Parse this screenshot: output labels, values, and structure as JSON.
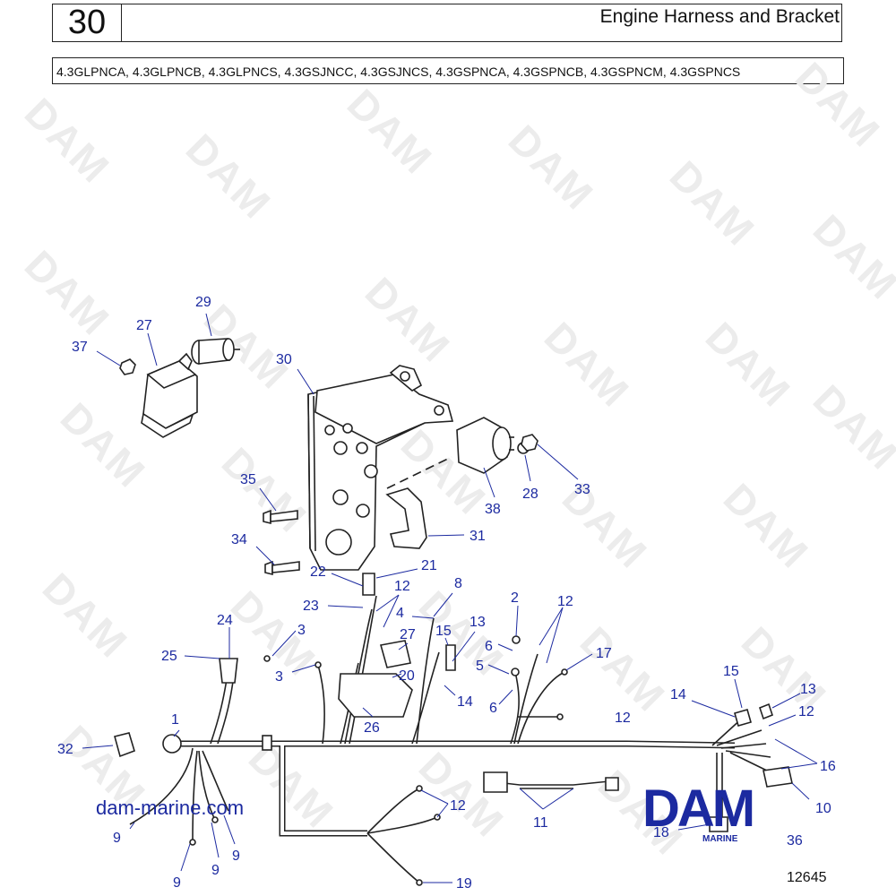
{
  "header": {
    "page_number": "30",
    "title": "Engine Harness and Bracket",
    "models": "4.3GLPNCA, 4.3GLPNCB, 4.3GLPNCS, 4.3GSJNCC, 4.3GSJNCS, 4.3GSPNCA, 4.3GSPNCB, 4.3GSPNCM, 4.3GSPNCS"
  },
  "watermark_text": "DAM",
  "callouts": [
    "29",
    "27",
    "37",
    "30",
    "35",
    "38",
    "28",
    "33",
    "34",
    "31",
    "22",
    "21",
    "12",
    "23",
    "4",
    "8",
    "24",
    "3",
    "25",
    "3",
    "27",
    "15",
    "13",
    "2",
    "12",
    "6",
    "17",
    "5",
    "20",
    "14",
    "6",
    "12",
    "1",
    "26",
    "32",
    "15",
    "14",
    "13",
    "12",
    "16",
    "12",
    "11",
    "9",
    "9",
    "9",
    "9",
    "18",
    "10",
    "36",
    "19"
  ],
  "footer": {
    "website": "dam-marine.com",
    "logo": "DAM",
    "logo_sub": "MARINE",
    "diagram_id": "12645"
  }
}
